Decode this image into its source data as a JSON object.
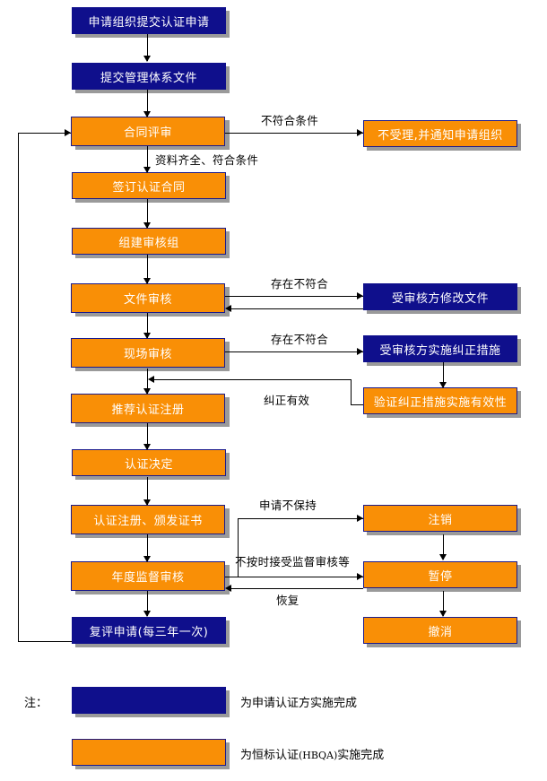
{
  "diagram": {
    "title_present": false,
    "colors": {
      "navy": "#0f0f8c",
      "orange": "#f98f06",
      "border": "#1a1a8c",
      "shadow": "#9a9a9a",
      "line": "#000000",
      "node_text": "#ffffff",
      "label_text": "#000000"
    },
    "nodes": {
      "n1": {
        "label": "申请组织提交认证申请",
        "fill": "navy"
      },
      "n2": {
        "label": "提交管理体系文件",
        "fill": "navy"
      },
      "n3": {
        "label": "合同评审",
        "fill": "orange"
      },
      "n4": {
        "label": "不受理,并通知申请组织",
        "fill": "orange"
      },
      "n5": {
        "label": "签订认证合同",
        "fill": "orange"
      },
      "n6": {
        "label": "组建审核组",
        "fill": "orange"
      },
      "n7": {
        "label": "文件审核",
        "fill": "orange"
      },
      "n8": {
        "label": "受审核方修改文件",
        "fill": "navy"
      },
      "n9": {
        "label": "现场审核",
        "fill": "orange"
      },
      "n10": {
        "label": "受审核方实施纠正措施",
        "fill": "navy"
      },
      "n11": {
        "label": "验证纠正措施实施有效性",
        "fill": "orange"
      },
      "n12": {
        "label": "推荐认证注册",
        "fill": "orange"
      },
      "n13": {
        "label": "认证决定",
        "fill": "orange"
      },
      "n14": {
        "label": "认证注册、颁发证书",
        "fill": "orange"
      },
      "n15": {
        "label": "注销",
        "fill": "orange"
      },
      "n16": {
        "label": "年度监督审核",
        "fill": "orange"
      },
      "n17": {
        "label": "暂停",
        "fill": "orange"
      },
      "n18": {
        "label": "复评申请(每三年一次)",
        "fill": "navy"
      },
      "n19": {
        "label": "撤消",
        "fill": "orange"
      }
    },
    "edge_labels": {
      "e1": "不符合条件",
      "e2": "资料齐全、符合条件",
      "e3": "存在不符合",
      "e4": "存在不符合",
      "e5": "纠正有效",
      "e6": "申请不保持",
      "e7": "不按时接受监督审核等",
      "e8": "恢复"
    },
    "legend": {
      "note_label": "注：",
      "items": [
        {
          "swatch": "navy",
          "text": "为申请认证方实施完成"
        },
        {
          "swatch": "orange",
          "text_pre": "为恒标认证",
          "text_mono": "(HBQA)",
          "text_post": "实施完成"
        }
      ]
    }
  }
}
